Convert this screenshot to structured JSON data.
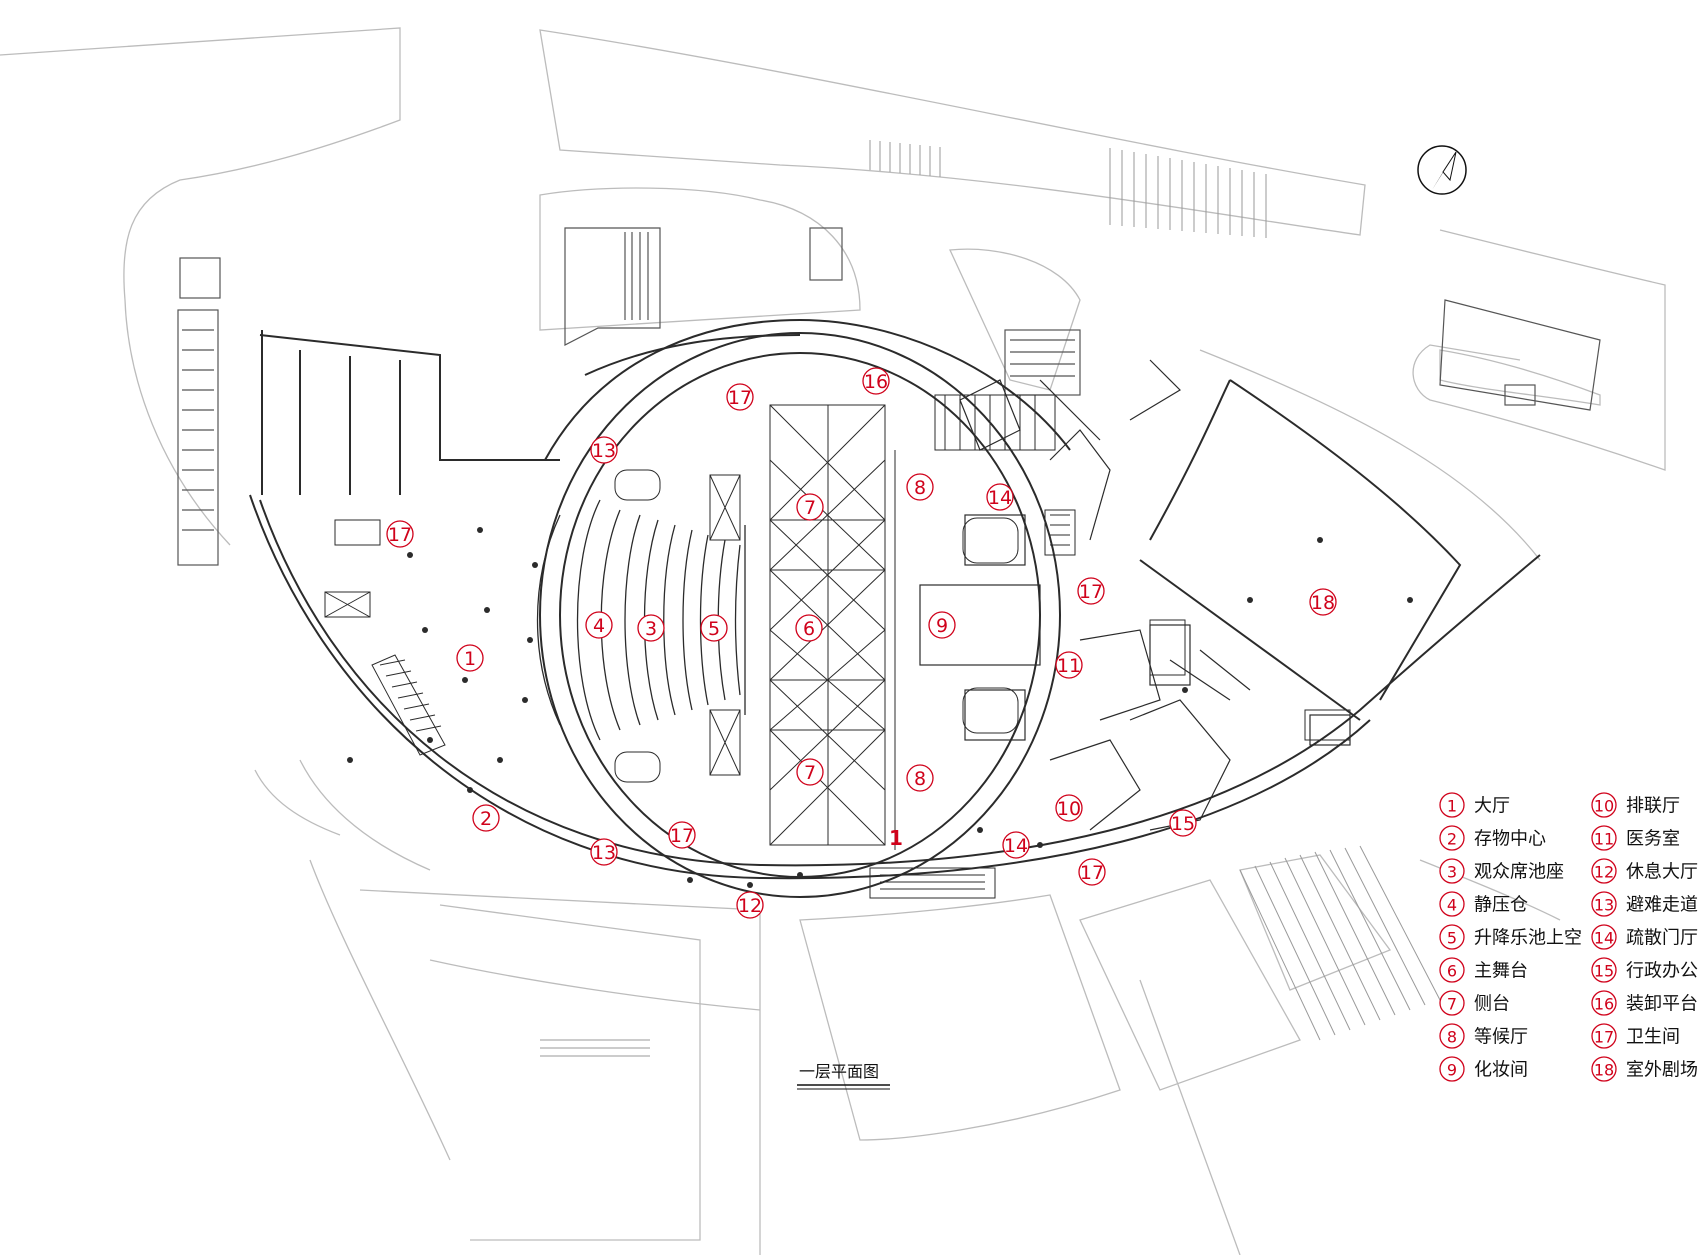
{
  "diagram": {
    "title": "一层平面图",
    "stage_marker": "1",
    "colors": {
      "accent": "#d0021b",
      "line": "#2b2b2b",
      "site": "#bcbcbc",
      "text": "#111111"
    }
  },
  "legend": [
    {
      "n": "1",
      "label": "大厅"
    },
    {
      "n": "2",
      "label": "存物中心"
    },
    {
      "n": "3",
      "label": "观众席池座"
    },
    {
      "n": "4",
      "label": "静压仓"
    },
    {
      "n": "5",
      "label": "升降乐池上空"
    },
    {
      "n": "6",
      "label": "主舞台"
    },
    {
      "n": "7",
      "label": "侧台"
    },
    {
      "n": "8",
      "label": "等候厅"
    },
    {
      "n": "9",
      "label": "化妆间"
    },
    {
      "n": "10",
      "label": "排联厅"
    },
    {
      "n": "11",
      "label": "医务室"
    },
    {
      "n": "12",
      "label": "休息大厅"
    },
    {
      "n": "13",
      "label": "避难走道"
    },
    {
      "n": "14",
      "label": "疏散门厅"
    },
    {
      "n": "15",
      "label": "行政办公"
    },
    {
      "n": "16",
      "label": "装卸平台"
    },
    {
      "n": "17",
      "label": "卫生间"
    },
    {
      "n": "18",
      "label": "室外剧场"
    }
  ],
  "markers": [
    {
      "n": "1"
    },
    {
      "n": "2"
    },
    {
      "n": "3"
    },
    {
      "n": "4"
    },
    {
      "n": "5"
    },
    {
      "n": "6"
    },
    {
      "n": "7"
    },
    {
      "n": "7"
    },
    {
      "n": "8"
    },
    {
      "n": "8"
    },
    {
      "n": "9"
    },
    {
      "n": "10"
    },
    {
      "n": "11"
    },
    {
      "n": "12"
    },
    {
      "n": "13"
    },
    {
      "n": "13"
    },
    {
      "n": "14"
    },
    {
      "n": "14"
    },
    {
      "n": "15"
    },
    {
      "n": "16"
    },
    {
      "n": "17"
    },
    {
      "n": "17"
    },
    {
      "n": "17"
    },
    {
      "n": "17"
    },
    {
      "n": "17"
    },
    {
      "n": "18"
    }
  ]
}
